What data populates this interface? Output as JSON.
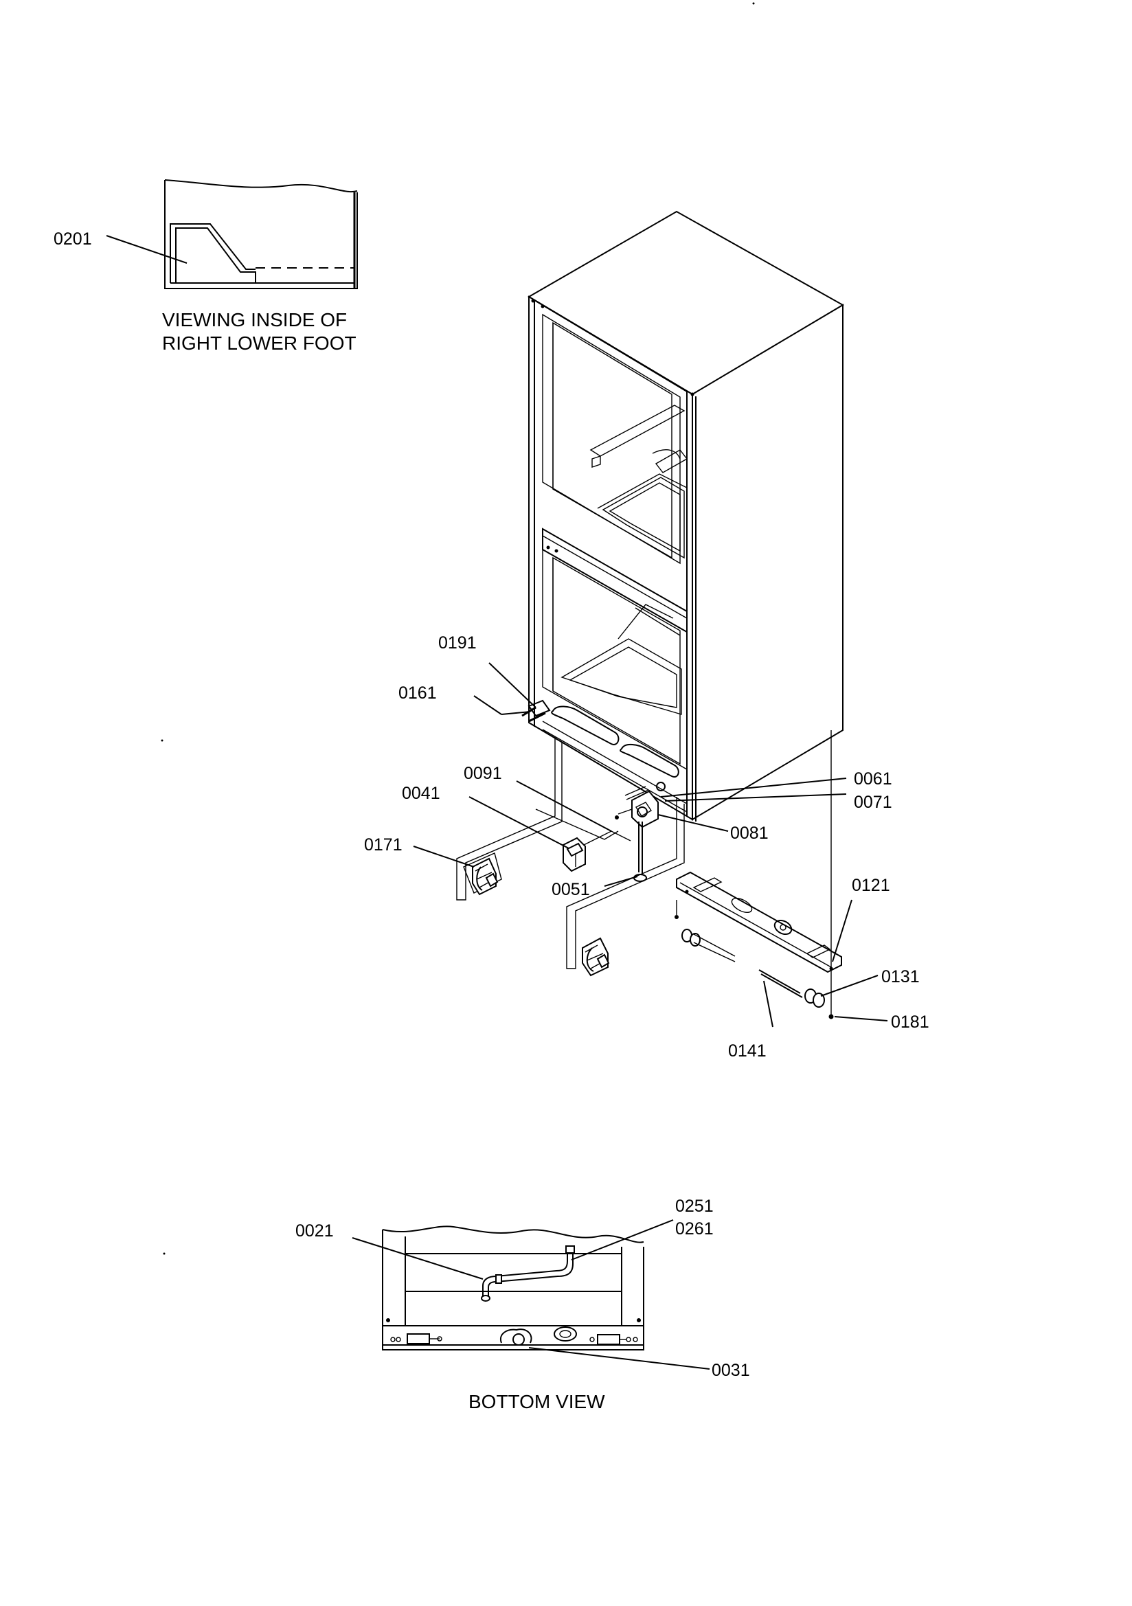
{
  "inset_top": {
    "caption_line1": "VIEWING INSIDE OF",
    "caption_line2": "RIGHT LOWER FOOT"
  },
  "inset_bottom": {
    "caption": "BOTTOM VIEW"
  },
  "callouts": {
    "c0201": "0201",
    "c0191": "0191",
    "c0161": "0161",
    "c0091": "0091",
    "c0041": "0041",
    "c0171": "0171",
    "c0061": "0061",
    "c0071": "0071",
    "c0081": "0081",
    "c0051": "0051",
    "c0121": "0121",
    "c0131": "0131",
    "c0181": "0181",
    "c0141": "0141",
    "c0021": "0021",
    "c0251": "0251",
    "c0261": "0261",
    "c0031": "0031"
  }
}
